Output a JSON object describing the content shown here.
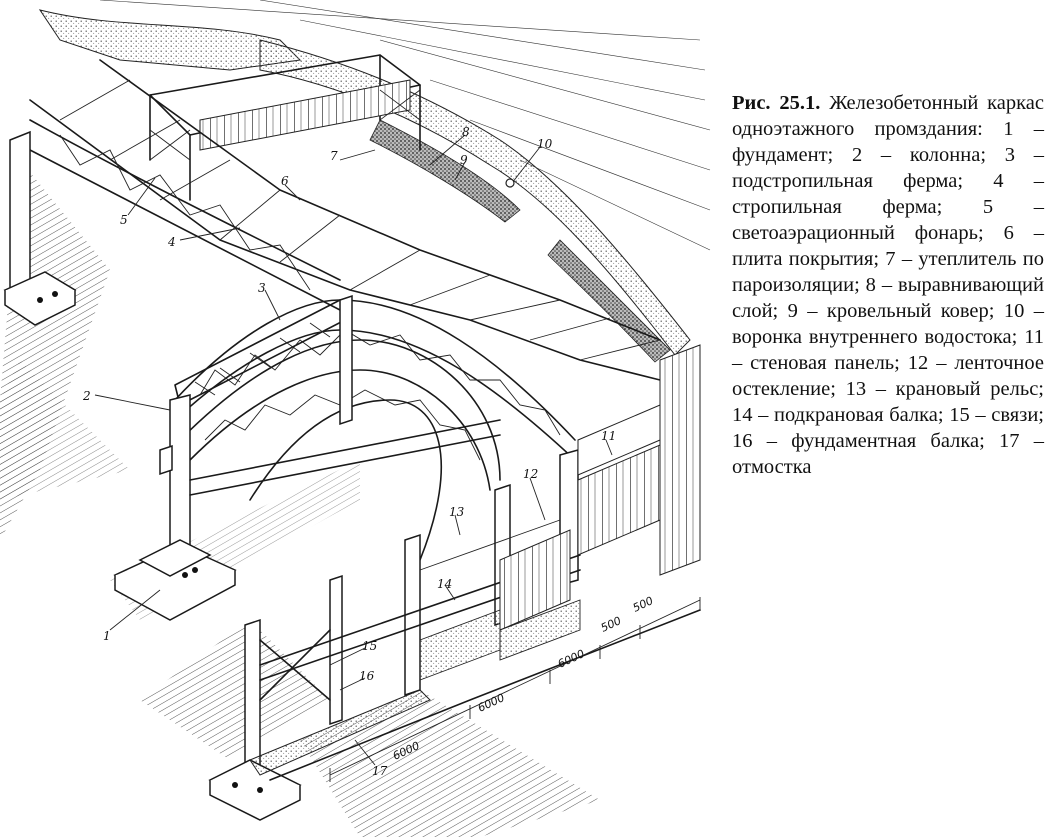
{
  "caption": {
    "label": "Рис. 25.1.",
    "text": " Железобетонный каркас одноэтажного промздания: 1 – фундамент; 2 – колонна; 3 – подстропильная ферма; 4 – стропильная ферма; 5 – светоаэрационный фонарь; 6 – плита покрытия; 7 – утеплитель по пароизоляции; 8 – выравнивающий слой; 9 – кровельный ковер; 10 – воронка внутреннего водостока; 11 – стеновая панель; 12 – ленточное остекление; 13 – крановый рельс; 14 – подкрановая балка; 15 – связи; 16 – фундаментная балка; 17 – отмостка"
  },
  "callouts": {
    "c1": "1",
    "c2": "2",
    "c3": "3",
    "c4": "4",
    "c5": "5",
    "c6": "6",
    "c7": "7",
    "c8": "8",
    "c9": "9",
    "c10": "10",
    "c11": "11",
    "c12": "12",
    "c13": "13",
    "c14": "14",
    "c15": "15",
    "c16": "16",
    "c17": "17"
  },
  "dimensions": {
    "d1": "6000",
    "d2": "6000",
    "d3": "6000",
    "d4": "500",
    "d5": "500"
  }
}
